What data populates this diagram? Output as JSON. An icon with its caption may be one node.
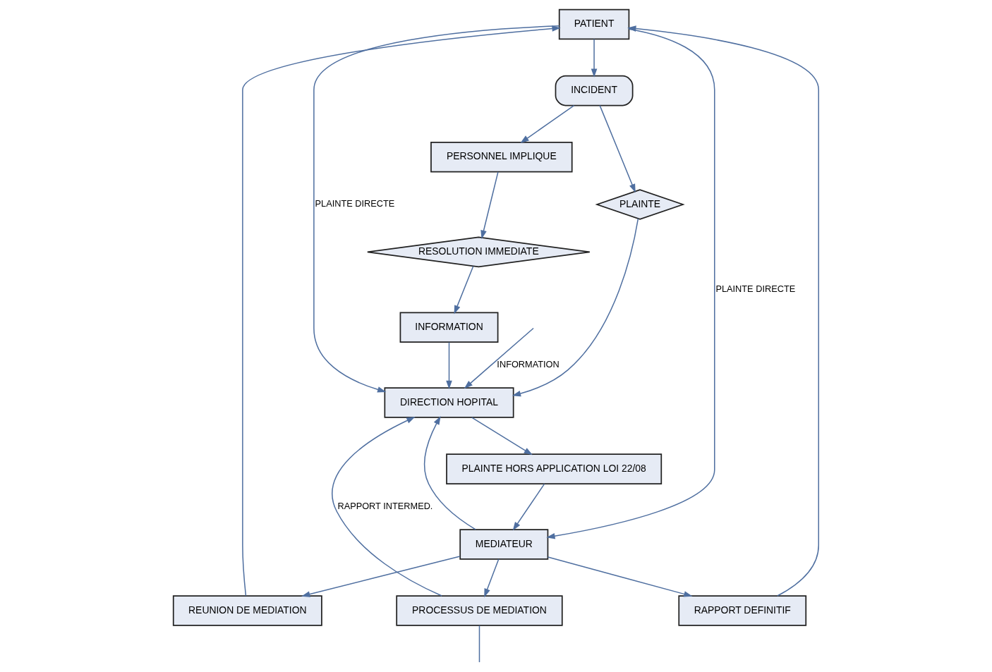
{
  "diagram": {
    "nodes": [
      {
        "text": [
          "PATIENT"
        ]
      },
      {
        "text": [
          "INCIDENT"
        ]
      },
      {
        "text": [
          "PLAINTE"
        ]
      },
      {
        "text": [
          "DIRECTION HOPITAL"
        ]
      },
      {
        "text": [
          "PERSONNEL IMPLIQUE"
        ]
      },
      {
        "text": [
          "RESOLUTION IMMEDIATE"
        ]
      },
      {
        "text": [
          "INFORMATION"
        ]
      },
      {
        "text": [
          "PLAINTE HORS APPLICATION LOI 22/08"
        ]
      },
      {
        "text": [
          "PROCESSUS DE MEDIATION"
        ]
      },
      {
        "text": [
          "RAPPORT DEFINITIF"
        ]
      },
      {
        "text": [
          "REUNION DE MEDIATION"
        ]
      },
      {
        "text": [
          "MEDIATEUR"
        ]
      }
    ],
    "edges": [
      {
        "from": 0,
        "to": 3,
        "arrow": "to",
        "label": "PLAINTE DIRECTE"
      },
      {
        "from": 0,
        "to": 1,
        "arrow": "to"
      },
      {
        "from": 1,
        "to": 2,
        "arrow": "to"
      },
      {
        "from": 1,
        "to": 4,
        "arrow": "to"
      },
      {
        "from": 2,
        "to": 3,
        "arrow": "to"
      },
      {
        "from": 4,
        "to": 5,
        "arrow": "to"
      },
      {
        "from": 5,
        "to": 6,
        "arrow": "to"
      },
      {
        "from": 6,
        "to": 3,
        "arrow": "to"
      },
      {
        "from": 3,
        "to": 7,
        "arrow": "to"
      },
      {
        "from": 7,
        "to": 11,
        "arrow": "to"
      },
      {
        "from": 11,
        "to": 3,
        "arrow": "to"
      },
      {
        "from": 11,
        "to": 8,
        "arrow": "to"
      },
      {
        "from": 11,
        "to": 9,
        "arrow": "to"
      },
      {
        "from": 11,
        "to": 10,
        "arrow": "to"
      },
      {
        "from": 10,
        "to": 0,
        "arrow": "to"
      },
      {
        "from": 9,
        "to": 0,
        "arrow": "to"
      },
      {
        "from": 0,
        "to": 11,
        "arrow": "to",
        "label": "PLAINTE DIRECTE"
      },
      {
        "from": 8,
        "to": 3,
        "arrow": "to",
        "label": "RAPPORT INTERMED."
      },
      {
        "from": 8,
        "to": null,
        "arrow": "none"
      },
      {
        "from": null,
        "to": 3,
        "arrow": "to",
        "label": "INFORMATION"
      }
    ]
  }
}
